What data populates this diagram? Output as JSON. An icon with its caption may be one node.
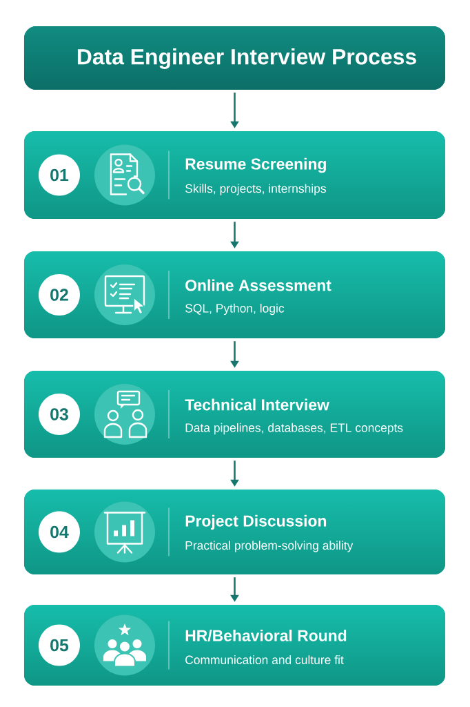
{
  "diagram": {
    "nodes": [
      {
        "text": [
          "Data Engineer Interview Process"
        ]
      },
      {
        "text": [
          "Resume Screening",
          "Skills, projects, internships"
        ]
      },
      {
        "text": [
          "01"
        ],
        "in": 1
      },
      {
        "text": [
          "Online Assessment",
          "SQL, Python, logic"
        ]
      },
      {
        "text": [
          "02"
        ],
        "in": 3
      },
      {
        "text": [
          "Technical Interview",
          "Data pipelines, databases, ETL concepts"
        ]
      },
      {
        "text": [
          "03"
        ],
        "in": 5
      },
      {
        "text": [
          "Project Discussion",
          "Practical problem-solving ability"
        ]
      },
      {
        "text": [
          "04"
        ],
        "in": 7
      },
      {
        "text": [
          "HR/Behavioral Round",
          "Communication and culture fit"
        ]
      },
      {
        "text": [
          "05"
        ],
        "in": 9
      }
    ],
    "edges": [
      {
        "from": 0,
        "to": 1,
        "arrow": "to"
      },
      {
        "from": 1,
        "to": 3,
        "arrow": "to"
      },
      {
        "from": 3,
        "to": 5,
        "arrow": "to"
      },
      {
        "from": 5,
        "to": 7,
        "arrow": "to"
      },
      {
        "from": 7,
        "to": 9,
        "arrow": "to"
      }
    ]
  }
}
